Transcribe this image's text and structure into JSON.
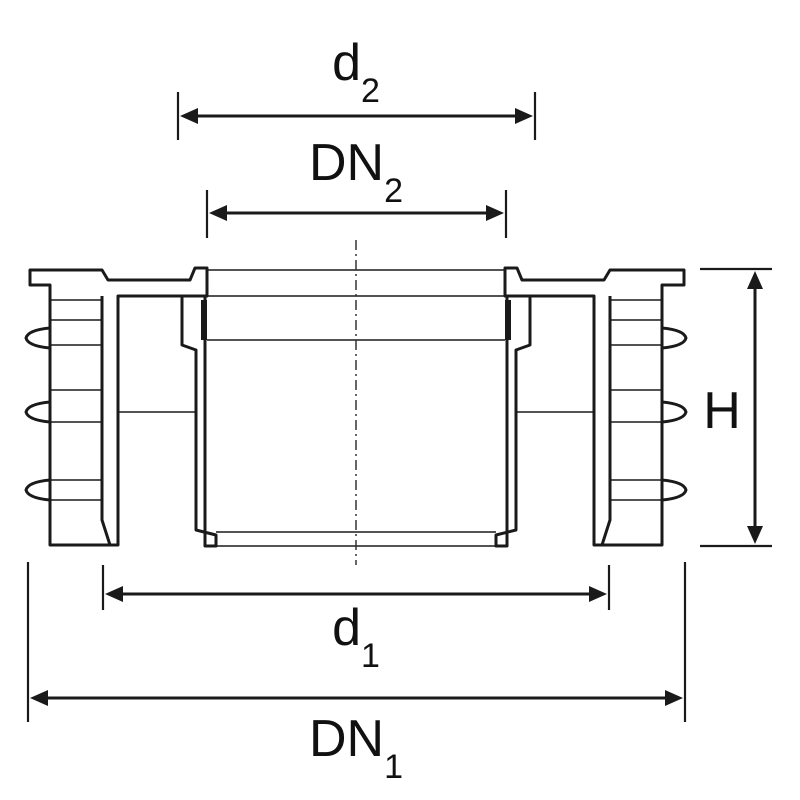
{
  "dimensions": {
    "d2": {
      "base": "d",
      "sub": "2"
    },
    "dn2": {
      "base": "DN",
      "sub": "2"
    },
    "h": {
      "text": "H"
    },
    "d1": {
      "base": "d",
      "sub": "1"
    },
    "dn1": {
      "base": "DN",
      "sub": "1"
    }
  }
}
